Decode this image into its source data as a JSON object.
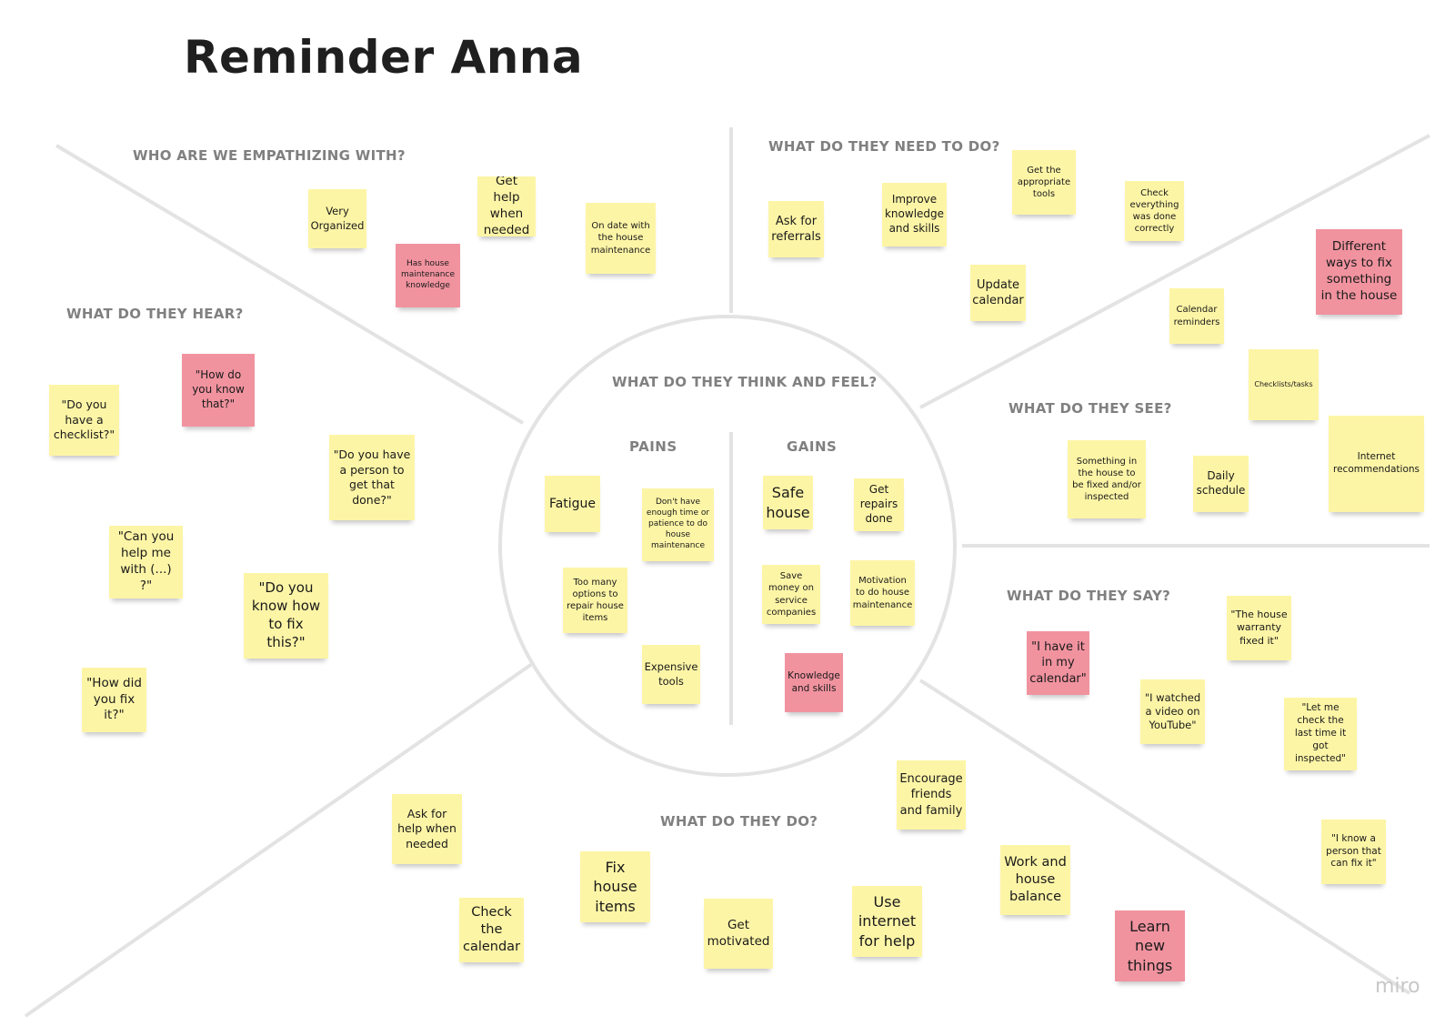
{
  "board": {
    "title": "Reminder Anna",
    "watermark": "miro",
    "colors": {
      "yellow_note": "#fdf5a6",
      "pink_note": "#f1939f",
      "line": "#e3e3e3",
      "label": "#808080"
    }
  },
  "sections": {
    "empathize": "WHO ARE WE EMPATHIZING WITH?",
    "need_to_do": "WHAT DO THEY NEED TO DO?",
    "hear": "WHAT DO THEY HEAR?",
    "think_feel": "WHAT DO THEY THINK AND FEEL?",
    "pains": "PAINS",
    "gains": "GAINS",
    "see": "WHAT DO THEY SEE?",
    "say": "WHAT DO THEY SAY?",
    "do": "WHAT DO THEY DO?"
  },
  "notes": {
    "very_organized": "Very Organized",
    "has_knowledge": "Has house maintenance knowledge",
    "get_help": "Get help when needed",
    "on_date": "On date with the house maintenance",
    "ask_referrals": "Ask for referrals",
    "improve_knowledge": "Improve knowledge and skills",
    "appropriate_tools": "Get the appropriate tools",
    "check_everything": "Check everything was done correctly",
    "update_calendar": "Update calendar",
    "different_ways": "Different ways to fix something in the house",
    "calendar_reminders": "Calendar reminders",
    "checklists_tasks": "Checklists/tasks",
    "something_fixed": "Something in the house to be fixed and/or inspected",
    "daily_schedule": "Daily schedule",
    "internet_recs": "Internet recommendations",
    "do_you_have_checklist": "\"Do you have a checklist?\"",
    "how_know_that": "\"How do you know that?\"",
    "person_get_done": "\"Do you have a person to get that done?\"",
    "can_you_help": "\"Can you help me with (...) ?\"",
    "know_how_fix": "\"Do you know how to fix this?\"",
    "how_did_fix": "\"How did you fix it?\"",
    "fatigue": "Fatigue",
    "dont_have_time": "Don't have enough time or patience to do house maintenance",
    "too_many_options": "Too many options to repair house items",
    "expensive_tools": "Expensive tools",
    "safe_house": "Safe house",
    "get_repairs": "Get repairs done",
    "save_money": "Save money on service companies",
    "motivation": "Motivation to do house maintenance",
    "knowledge_skills": "Knowledge and skills",
    "in_my_calendar": "\"I have it in my calendar\"",
    "warranty_fixed": "\"The house warranty fixed it\"",
    "watched_video": "\"I watched a video on YouTube\"",
    "let_me_check": "\"Let me check the last time it got inspected\"",
    "know_person": "\"I know a person that can fix it\"",
    "ask_help_needed": "Ask for help when needed",
    "check_calendar": "Check the calendar",
    "fix_house_items": "Fix house items",
    "get_motivated": "Get motivated",
    "use_internet": "Use internet for help",
    "encourage_friends": "Encourage friends and family",
    "work_house_balance": "Work and house balance",
    "learn_new_things": "Learn new things"
  }
}
